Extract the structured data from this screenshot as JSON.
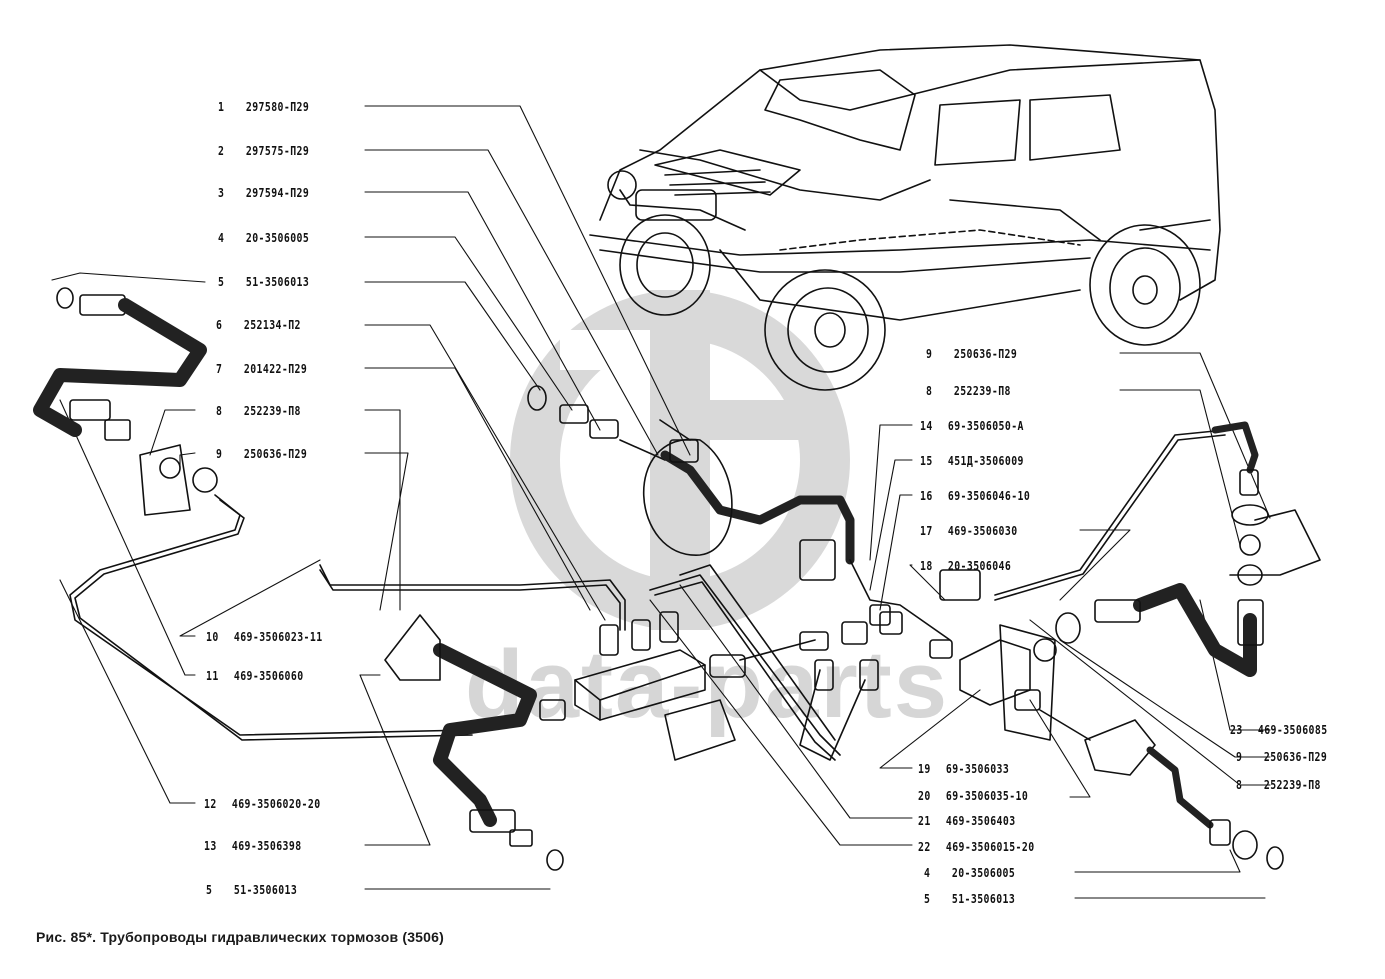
{
  "figure": {
    "caption": "Рис. 85*. Трубопроводы гидравлических тормозов (3506)",
    "subject": "UAZ vehicle brake hydraulic lines exploded view"
  },
  "watermark": {
    "text": "data-parts",
    "logo": "data-parts-logo",
    "color": "#d6d6d6"
  },
  "callouts_left": [
    {
      "num": "1",
      "part": "297580-П29"
    },
    {
      "num": "2",
      "part": "297575-П29"
    },
    {
      "num": "3",
      "part": "297594-П29"
    },
    {
      "num": "4",
      "part": "20-3506005"
    },
    {
      "num": "5",
      "part": "51-3506013"
    },
    {
      "num": "6",
      "part": "252134-П2"
    },
    {
      "num": "7",
      "part": "201422-П29"
    },
    {
      "num": "8",
      "part": "252239-П8"
    },
    {
      "num": "9",
      "part": "250636-П29"
    },
    {
      "num": "10",
      "part": "469-3506023-11"
    },
    {
      "num": "11",
      "part": "469-3506060"
    },
    {
      "num": "12",
      "part": "469-3506020-20"
    },
    {
      "num": "13",
      "part": "469-3506398"
    },
    {
      "num": "5",
      "part": "51-3506013"
    }
  ],
  "callouts_right": [
    {
      "num": "9",
      "part": "250636-П29"
    },
    {
      "num": "8",
      "part": "252239-П8"
    },
    {
      "num": "14",
      "part": "69-3506050-А"
    },
    {
      "num": "15",
      "part": "451Д-3506009"
    },
    {
      "num": "16",
      "part": "69-3506046-10"
    },
    {
      "num": "17",
      "part": "469-3506030"
    },
    {
      "num": "18",
      "part": "20-3506046"
    },
    {
      "num": "19",
      "part": "69-3506033"
    },
    {
      "num": "20",
      "part": "69-3506035-10"
    },
    {
      "num": "21",
      "part": "469-3506403"
    },
    {
      "num": "22",
      "part": "469-3506015-20"
    },
    {
      "num": "4",
      "part": "20-3506005"
    },
    {
      "num": "5",
      "part": "51-3506013"
    }
  ],
  "callouts_far_right": [
    {
      "num": "23",
      "part": "469-3506085"
    },
    {
      "num": "9",
      "part": "250636-П29"
    },
    {
      "num": "8",
      "part": "252239-П8"
    }
  ]
}
